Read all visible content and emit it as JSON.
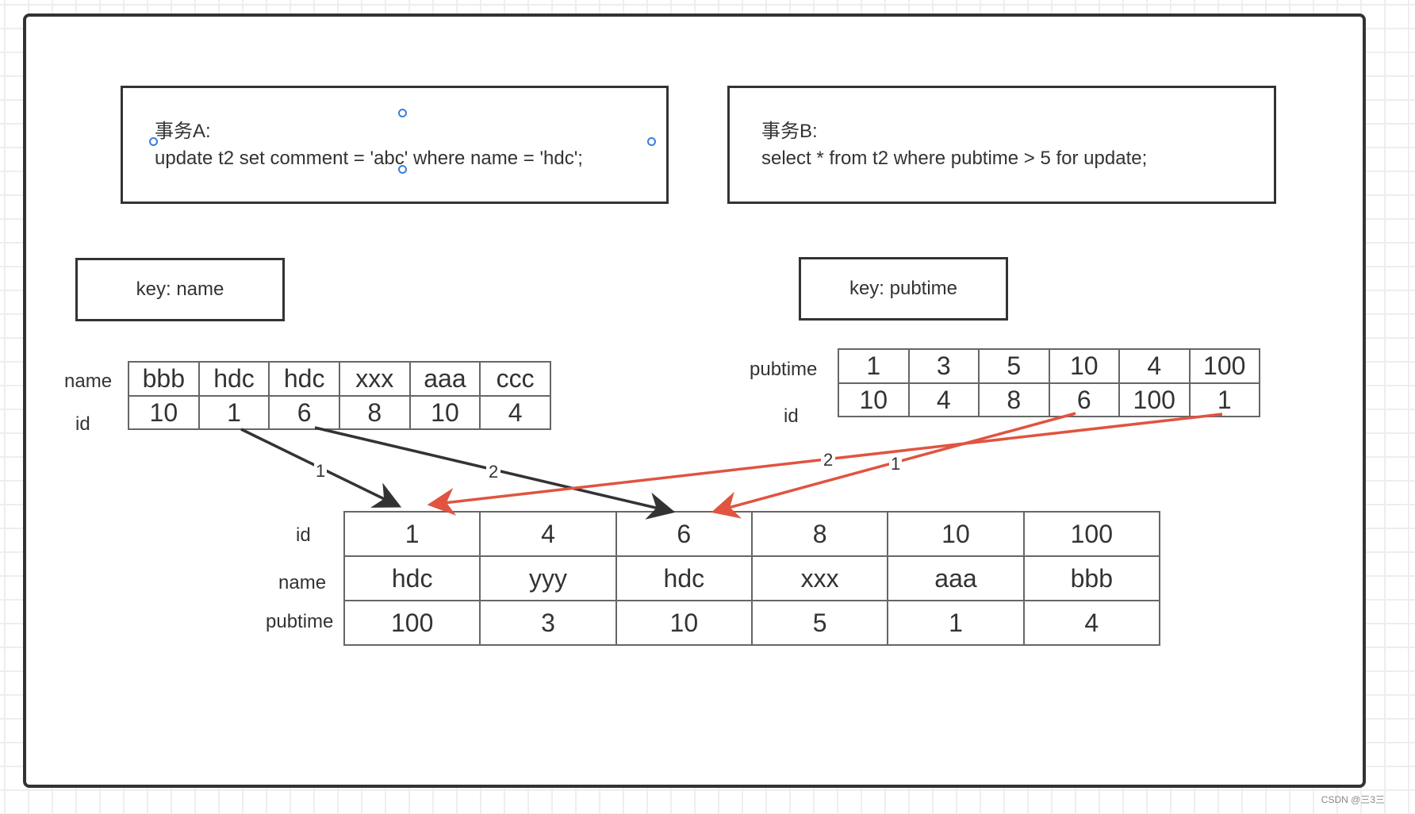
{
  "transactions": {
    "a": {
      "title": "事务A:",
      "sql": "update t2 set comment = 'abc' where name = 'hdc';"
    },
    "b": {
      "title": "事务B:",
      "sql": "select * from t2 where pubtime > 5 for update;"
    }
  },
  "keys": {
    "name_label": "key: name",
    "pubtime_label": "key: pubtime"
  },
  "name_index": {
    "row_labels": {
      "name": "name",
      "id": "id"
    },
    "name": [
      "bbb",
      "hdc",
      "hdc",
      "xxx",
      "aaa",
      "ccc"
    ],
    "id": [
      "10",
      "1",
      "6",
      "8",
      "10",
      "4"
    ]
  },
  "pubtime_index": {
    "row_labels": {
      "pubtime": "pubtime",
      "id": "id"
    },
    "pubtime": [
      "1",
      "3",
      "5",
      "10",
      "4",
      "100"
    ],
    "id": [
      "10",
      "4",
      "8",
      "6",
      "100",
      "1"
    ]
  },
  "clustered": {
    "row_labels": {
      "id": "id",
      "name": "name",
      "pubtime": "pubtime"
    },
    "id": [
      "1",
      "4",
      "6",
      "8",
      "10",
      "100"
    ],
    "name": [
      "hdc",
      "yyy",
      "hdc",
      "xxx",
      "aaa",
      "bbb"
    ],
    "pubtime": [
      "100",
      "3",
      "10",
      "5",
      "1",
      "4"
    ]
  },
  "arrows": {
    "black": {
      "color": "#333333",
      "labels": [
        "1",
        "2"
      ]
    },
    "red": {
      "color": "#e05440",
      "labels": [
        "2",
        "1"
      ]
    }
  },
  "watermark": "CSDN @三3三"
}
